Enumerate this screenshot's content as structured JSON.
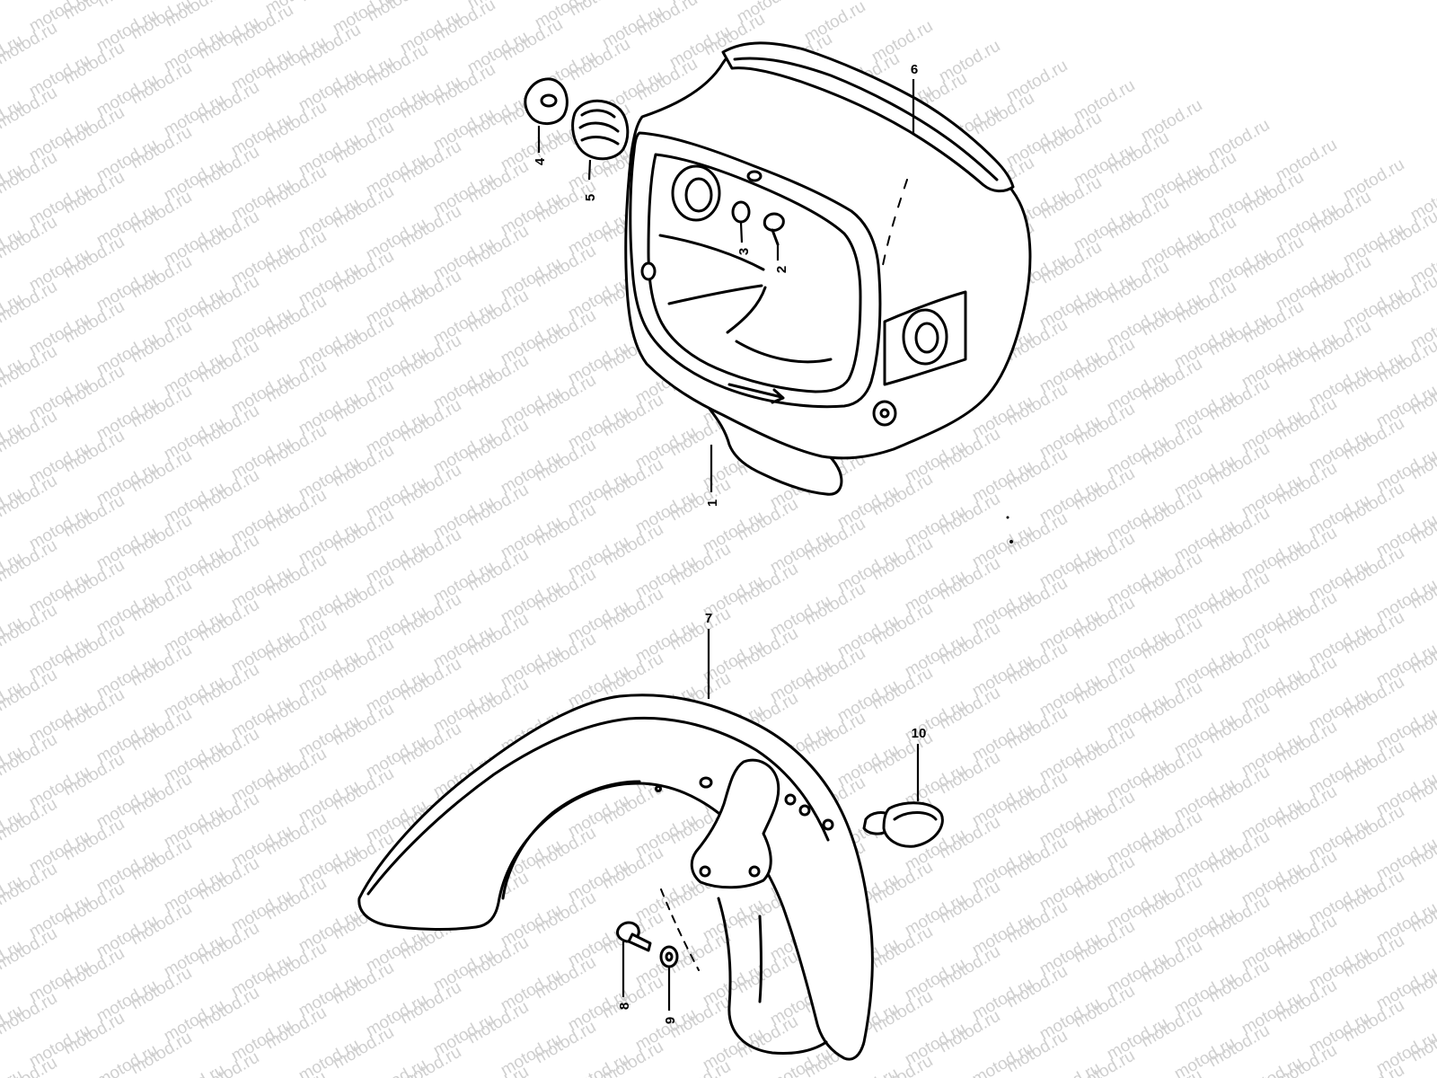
{
  "watermark": {
    "text": "motod.ru",
    "color": "#cfcfcf"
  },
  "callouts": [
    {
      "id": "callout-1",
      "label": "1"
    },
    {
      "id": "callout-2",
      "label": "2"
    },
    {
      "id": "callout-3",
      "label": "3"
    },
    {
      "id": "callout-4",
      "label": "4"
    },
    {
      "id": "callout-5",
      "label": "5"
    },
    {
      "id": "callout-6",
      "label": "6"
    },
    {
      "id": "callout-7",
      "label": "7"
    },
    {
      "id": "callout-8",
      "label": "8"
    },
    {
      "id": "callout-9",
      "label": "9"
    },
    {
      "id": "callout-10",
      "label": "10"
    }
  ],
  "colors": {
    "line": "#000000",
    "background": "#ffffff"
  }
}
